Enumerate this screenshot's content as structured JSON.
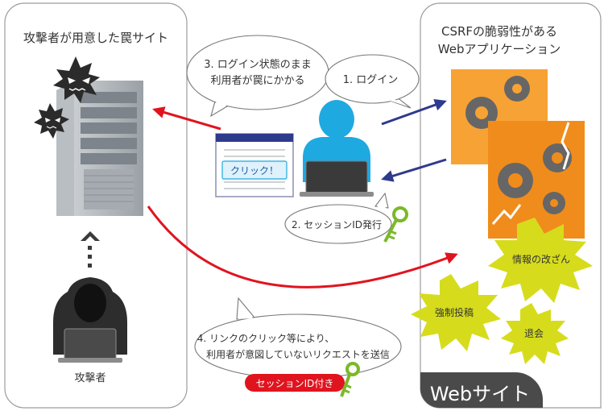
{
  "left_panel": {
    "title": "攻撃者が用意した罠サイト",
    "attacker_label": "攻撃者"
  },
  "right_panel": {
    "title_line1": "CSRFの脆弱性がある",
    "title_line2": "Webアプリケーション",
    "footer_label": "Webサイト"
  },
  "bubbles": {
    "trap_line1": "3. ログイン状態のまま",
    "trap_line2": "利用者が罠にかかる",
    "login": "1. ログイン",
    "session": "2. セッションID発行",
    "request_line1": "4. リンクのクリック等により、",
    "request_line2": "利用者が意図していないリクエストを送信"
  },
  "browser_window": {
    "button_label": "クリック！"
  },
  "session_badge": "セッションID付き",
  "damage": {
    "tamper": "情報の改ざん",
    "forced_post": "強制投稿",
    "withdraw": "退会"
  },
  "colors": {
    "red_arrow": "#e0141e",
    "blue_arrow": "#2e3a8c",
    "user_cyan": "#1fa9e1",
    "gear_orange": "#f7a234",
    "burst_yellow": "#d6dc1c",
    "key_green": "#7ab929",
    "badge_red": "#e0141e"
  }
}
